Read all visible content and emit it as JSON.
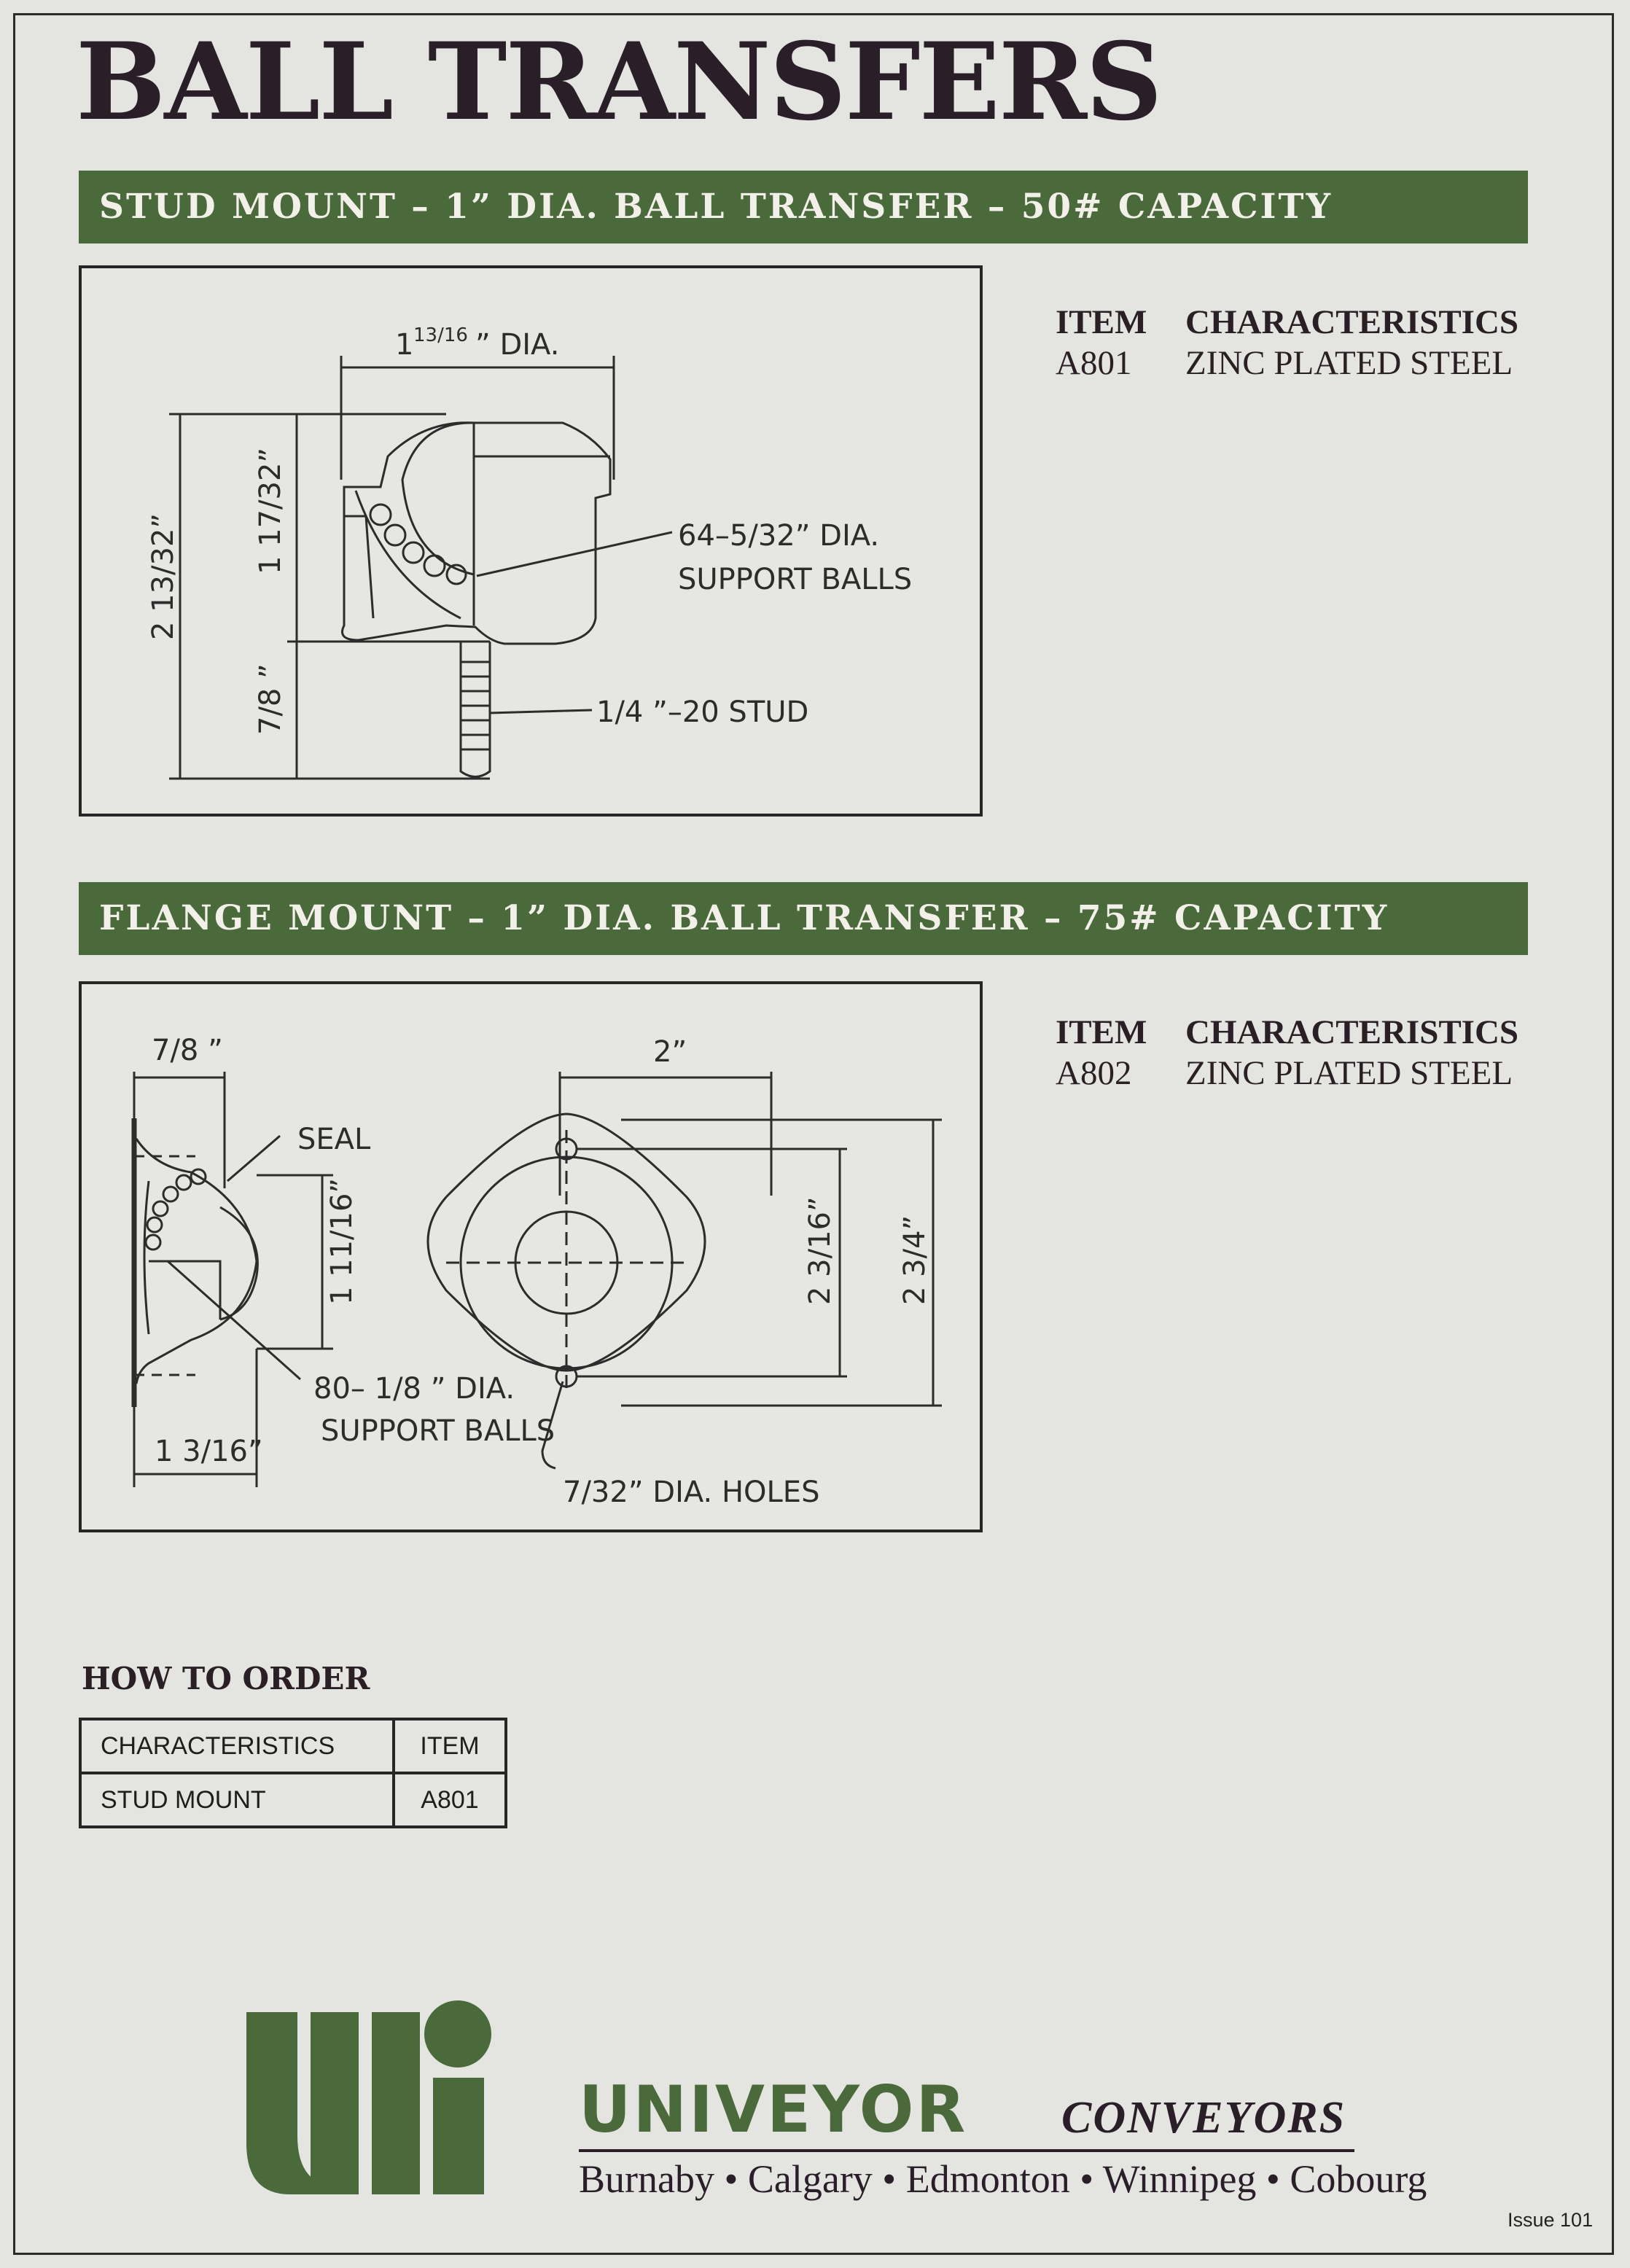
{
  "title": "BALL TRANSFERS",
  "sections": [
    {
      "band": "STUD MOUNT –  1” DIA. BALL TRANSFER – 50# CAPACITY",
      "spec_headers": [
        "ITEM",
        "CHARACTERISTICS"
      ],
      "spec_row": [
        "A801",
        "ZINC PLATED STEEL"
      ],
      "labels": {
        "dia_whole": "1",
        "dia_frac": "13/16",
        "dia_suffix": "” DIA.",
        "overall_h": "2 13/32”",
        "upper_h": "1 17/32”",
        "lower_h": "7/8 ”",
        "balls_line1": "64–5/32” DIA.",
        "balls_line2": "SUPPORT BALLS",
        "stud": "1/4 ”–20 STUD"
      }
    },
    {
      "band": "FLANGE MOUNT – 1” DIA. BALL TRANSFER – 75# CAPACITY",
      "spec_headers": [
        "ITEM",
        "CHARACTERISTICS"
      ],
      "spec_row": [
        "A802",
        "ZINC PLATED STEEL"
      ],
      "labels": {
        "depth": "7/8 ”",
        "seal": "SEAL",
        "height": "1 11/16”",
        "balls_line1": "80– 1/8 ” DIA.",
        "balls_line2": "SUPPORT BALLS",
        "base": "1 3/16”",
        "width": "2”",
        "hole_span": "2 3/16”",
        "total_h": "2 3/4”",
        "holes": "7/32” DIA. HOLES"
      }
    }
  ],
  "how_to_order": {
    "title": "HOW TO ORDER",
    "headers": [
      "CHARACTERISTICS",
      "ITEM"
    ],
    "rows": [
      [
        "STUD MOUNT",
        "A801"
      ]
    ]
  },
  "logo": {
    "name": "UNIVEYOR",
    "tagline": "CONVEYORS",
    "cities": "Burnaby • Calgary • Edmonton • Winnipeg • Cobourg",
    "brand_color": "#4a6a3b"
  },
  "issue": "Issue 101"
}
